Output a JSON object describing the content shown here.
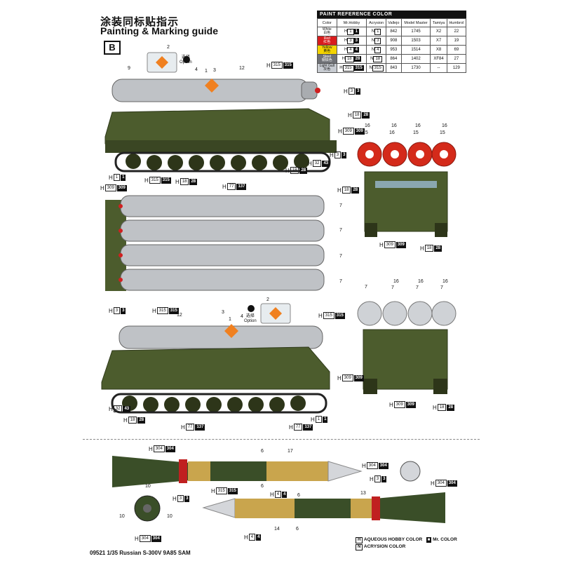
{
  "header": {
    "title_cn": "涂装同标贴指示",
    "title_en": "Painting & Marking guide",
    "section": "B"
  },
  "reference": {
    "title": "PAINT  REFERENCE COLOR",
    "columns": [
      "Color",
      "Mr.Hobby",
      "Acrysion",
      "Vallejo",
      "Model Master",
      "Tamiya",
      "Humbrol"
    ],
    "rows": [
      {
        "name": "White",
        "name_cn": "白色",
        "swatch": "#ffffff",
        "mrhobby_h": "1",
        "mrhobby_c": "1",
        "acry": "1",
        "vallejo": "842",
        "mm": "1745",
        "tamiya": "X2",
        "humbrol": "22"
      },
      {
        "name": "Red",
        "name_cn": "红色",
        "swatch": "#d81c1c",
        "mrhobby_h": "3",
        "mrhobby_c": "3",
        "acry": "3",
        "vallejo": "908",
        "mm": "1503",
        "tamiya": "X7",
        "humbrol": "19"
      },
      {
        "name": "Yellow",
        "name_cn": "黄色",
        "swatch": "#f4d400",
        "mrhobby_h": "4",
        "mrhobby_c": "4",
        "acry": "4",
        "vallejo": "953",
        "mm": "1514",
        "tamiya": "X8",
        "humbrol": "69"
      },
      {
        "name": "Steel",
        "name_cn": "钢铁色",
        "swatch": "#6f7176",
        "mrhobby_h": "18",
        "mrhobby_c": "28",
        "acry": "18",
        "vallejo": "864",
        "mm": "1402",
        "tamiya": "XF84",
        "humbrol": "27"
      },
      {
        "name": "Light Gull",
        "name_cn": "灰色",
        "swatch": "#c8ccd2",
        "mrhobby_h": "315",
        "mrhobby_c": "315",
        "acry": "315",
        "vallejo": "843",
        "mm": "1730",
        "tamiya": "--",
        "humbrol": "129"
      }
    ]
  },
  "option": {
    "num": "2",
    "label_cn": "选择",
    "label": "Option"
  },
  "callouts": {
    "c1": {
      "h": "315",
      "n": "315"
    },
    "c2": {
      "h": "3",
      "n": "3"
    },
    "c3": {
      "h": "18",
      "n": "28"
    },
    "c4": {
      "h": "309",
      "n": "309"
    },
    "c5": {
      "h": "3",
      "n": "3"
    },
    "c6": {
      "h": "32",
      "n": "43"
    },
    "c7": {
      "h": "18",
      "n": "28"
    },
    "c8": {
      "h": "1",
      "n": "1"
    },
    "c9": {
      "h": "309",
      "n": "309"
    },
    "c10": {
      "h": "315",
      "n": "315"
    },
    "c11": {
      "h": "18",
      "n": "28"
    },
    "c12": {
      "h": "77",
      "n": "137"
    },
    "c13": {
      "h": "18",
      "n": "28"
    },
    "c14": {
      "h": "309",
      "n": "309"
    },
    "c15": {
      "h": "18",
      "n": "28"
    },
    "c16": {
      "h": "3",
      "n": "3"
    },
    "c17": {
      "h": "315",
      "n": "315"
    },
    "c18": {
      "h": "315",
      "n": "315"
    },
    "c19": {
      "h": "309",
      "n": "309"
    },
    "c20": {
      "h": "32",
      "n": "43"
    },
    "c21": {
      "h": "18",
      "n": "28"
    },
    "c22": {
      "h": "77",
      "n": "137"
    },
    "c23": {
      "h": "77",
      "n": "137"
    },
    "c24": {
      "h": "1",
      "n": "1"
    },
    "c25": {
      "h": "309",
      "n": "309"
    },
    "c26": {
      "h": "18",
      "n": "28"
    },
    "c27": {
      "h": "304",
      "n": "304"
    },
    "c28": {
      "h": "304",
      "n": "304"
    },
    "c29": {
      "h": "3",
      "n": "3"
    },
    "c30": {
      "h": "304",
      "n": "304"
    },
    "c31": {
      "h": "315",
      "n": "315"
    },
    "c32": {
      "h": "4",
      "n": "4"
    },
    "c33": {
      "h": "3",
      "n": "3"
    },
    "c34": {
      "h": "304",
      "n": "304"
    },
    "c35": {
      "h": "4",
      "n": "4"
    }
  },
  "numbers": {
    "n9": "9",
    "n4": "4",
    "n1": "1",
    "n3": "3",
    "n12": "12",
    "n2": "2",
    "n16": "16",
    "n15": "15",
    "n7": "7",
    "n6": "6",
    "n17": "17",
    "n13": "13",
    "n14": "14",
    "n10": "10",
    "h": "H"
  },
  "legend": {
    "line1": "AQUEOUS HOBBY COLOR",
    "line2": "ACRYSION COLOR",
    "line3": "Mr. COLOR"
  },
  "footer": "09521  1/35 Russian S-300V 9A85 SAM"
}
